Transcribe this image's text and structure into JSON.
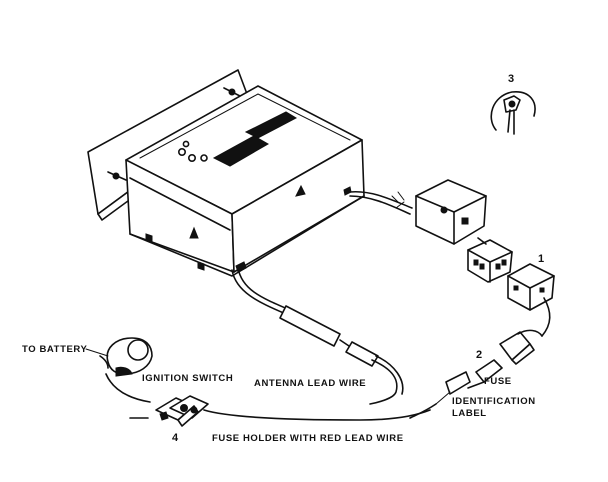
{
  "labels": {
    "to_battery": "TO BATTERY",
    "ignition_switch": "IGNITION SWITCH",
    "antenna_lead_wire": "ANTENNA LEAD WIRE",
    "fuse": "FUSE",
    "identification_label_line1": "IDENTIFICATION",
    "identification_label_line2": "LABEL",
    "fuse_holder": "FUSE HOLDER WITH RED LEAD WIRE"
  },
  "callouts": {
    "one": "1",
    "two": "2",
    "three": "3",
    "four": "4"
  }
}
